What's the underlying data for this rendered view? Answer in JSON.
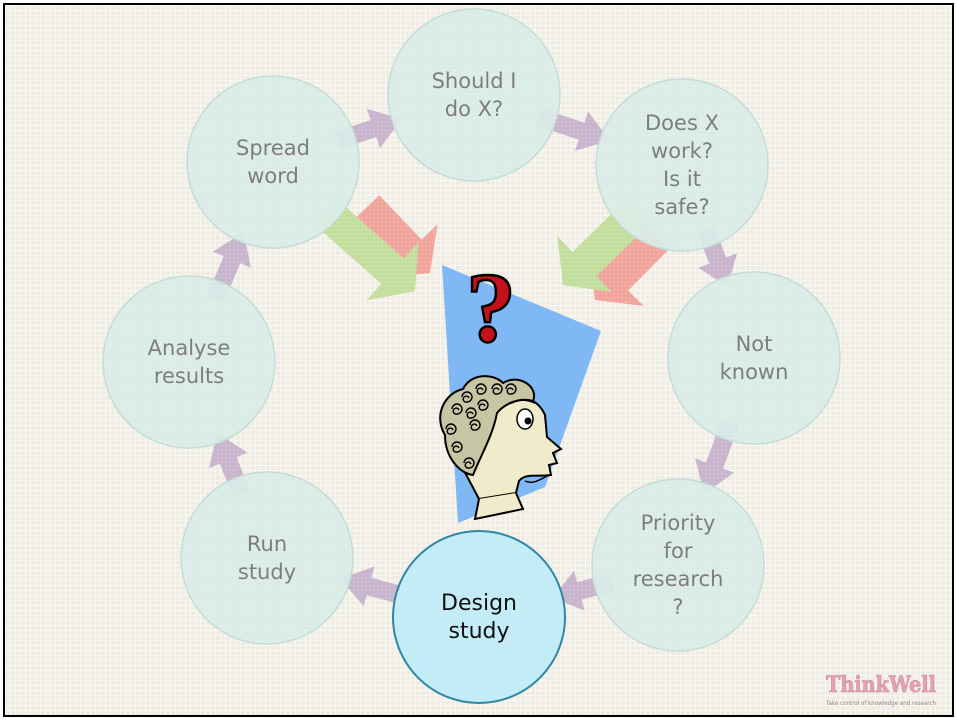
{
  "nodes": [
    {
      "id": "should-i-do-x",
      "lines": [
        "Should I",
        "do X?"
      ],
      "active": false
    },
    {
      "id": "does-x-work",
      "lines": [
        "Does X",
        "work?",
        "Is it",
        "safe?"
      ],
      "active": false
    },
    {
      "id": "not-known",
      "lines": [
        "Not",
        "known"
      ],
      "active": false
    },
    {
      "id": "priority-for-research",
      "lines": [
        "Priority",
        "for",
        "research",
        "?"
      ],
      "active": false
    },
    {
      "id": "design-study",
      "lines": [
        "Design",
        "study"
      ],
      "active": true
    },
    {
      "id": "run-study",
      "lines": [
        "Run",
        "study"
      ],
      "active": false
    },
    {
      "id": "analyse-results",
      "lines": [
        "Analyse",
        "results"
      ],
      "active": false
    },
    {
      "id": "spread-word",
      "lines": [
        "Spread",
        "word"
      ],
      "active": false
    }
  ],
  "center_symbol": "?",
  "logo": {
    "name": "ThinkWell",
    "tagline": "Take control of knowledge and research"
  },
  "colors": {
    "background": "#efede3",
    "circle_fill": "#d9ebe7",
    "circle_stroke": "#c3dcd6",
    "active_fill": "#c4ecf7",
    "active_stroke": "#2f86a6",
    "cycle_arrow": "#c8b4cc",
    "green_arrow": "#c3dd9c",
    "red_arrow": "#f1a49c",
    "center_panel": "#7fb8f5",
    "question_mark": "#c3121c",
    "face_skin": "#f0eccb",
    "hair": "#c7c6a4"
  }
}
